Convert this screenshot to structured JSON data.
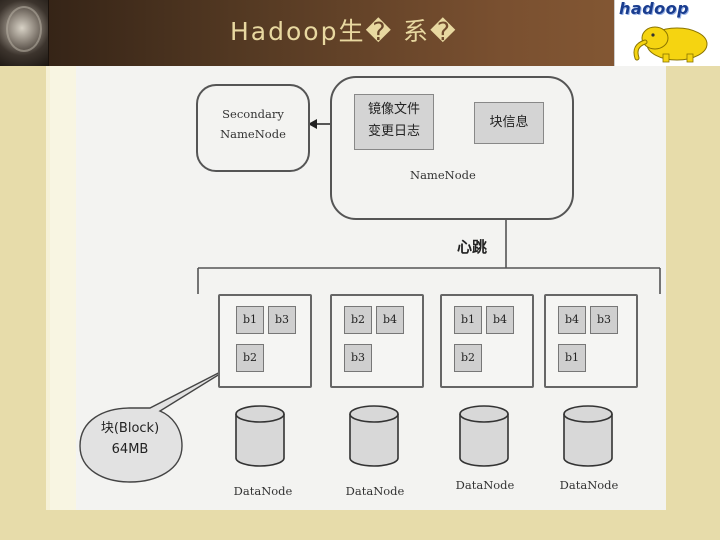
{
  "header": {
    "title": "Hadoop生� 系�",
    "logo_text": "hadoop"
  },
  "diagram": {
    "secondary_namenode": "Secondary\nNameNode",
    "mirror_box": "镜像文件\n变更日志",
    "block_info": "块信息",
    "namenode": "NameNode",
    "heartbeat": "心跳",
    "callout": "块(Block)\n64MB",
    "datanodes": [
      {
        "label": "DataNode",
        "blocks": [
          "b1",
          "b3",
          "b2"
        ]
      },
      {
        "label": "DataNode",
        "blocks": [
          "b2",
          "b4",
          "b3"
        ]
      },
      {
        "label": "DataNode",
        "blocks": [
          "b1",
          "b4",
          "b2"
        ]
      },
      {
        "label": "DataNode",
        "blocks": [
          "b4",
          "b3",
          "b1"
        ]
      }
    ]
  },
  "colors": {
    "header_text": "#e8d8a0",
    "slide_background": "#e7dcaa",
    "block_fill": "#cfcfcf"
  }
}
